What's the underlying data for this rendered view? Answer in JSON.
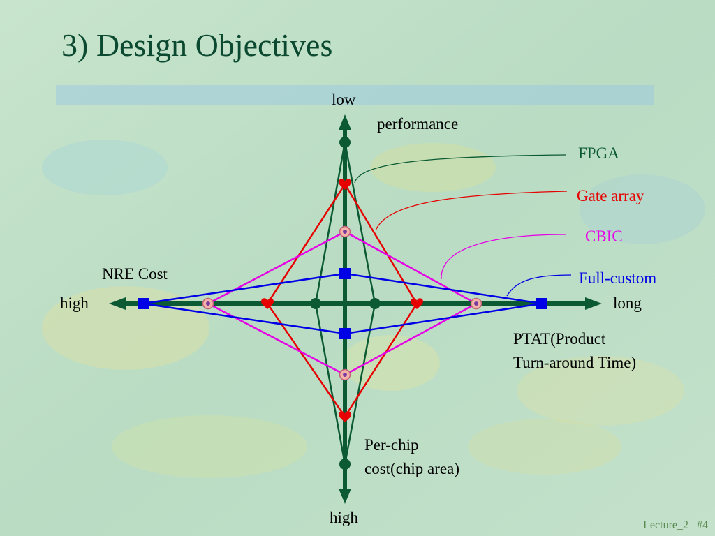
{
  "slide": {
    "title": "3) Design Objectives",
    "footer_lecture": "Lecture_2",
    "footer_page": "#4"
  },
  "axes": {
    "top": "low",
    "top_name": "performance",
    "bottom": "high",
    "bottom_name_line1": "Per-chip",
    "bottom_name_line2": "cost(chip area)",
    "left": "high",
    "left_name": "NRE Cost",
    "right": "long",
    "right_name_line1": "PTAT(Product",
    "right_name_line2": "Turn-around Time)"
  },
  "legend": [
    {
      "label": "FPGA",
      "color": "#0b5a34",
      "marker": "circle-marker"
    },
    {
      "label": "Gate array",
      "color": "#e60000",
      "marker": "heart-marker"
    },
    {
      "label": "CBIC",
      "color": "#e600e6",
      "marker": "ring-marker"
    },
    {
      "label": "Full-custom",
      "color": "#0000e6",
      "marker": "square-marker"
    }
  ],
  "colors": {
    "axis": "#0b5a34",
    "title": "#0b4a30",
    "footer": "#5a8a4f",
    "background": "#bfe0c4"
  }
}
